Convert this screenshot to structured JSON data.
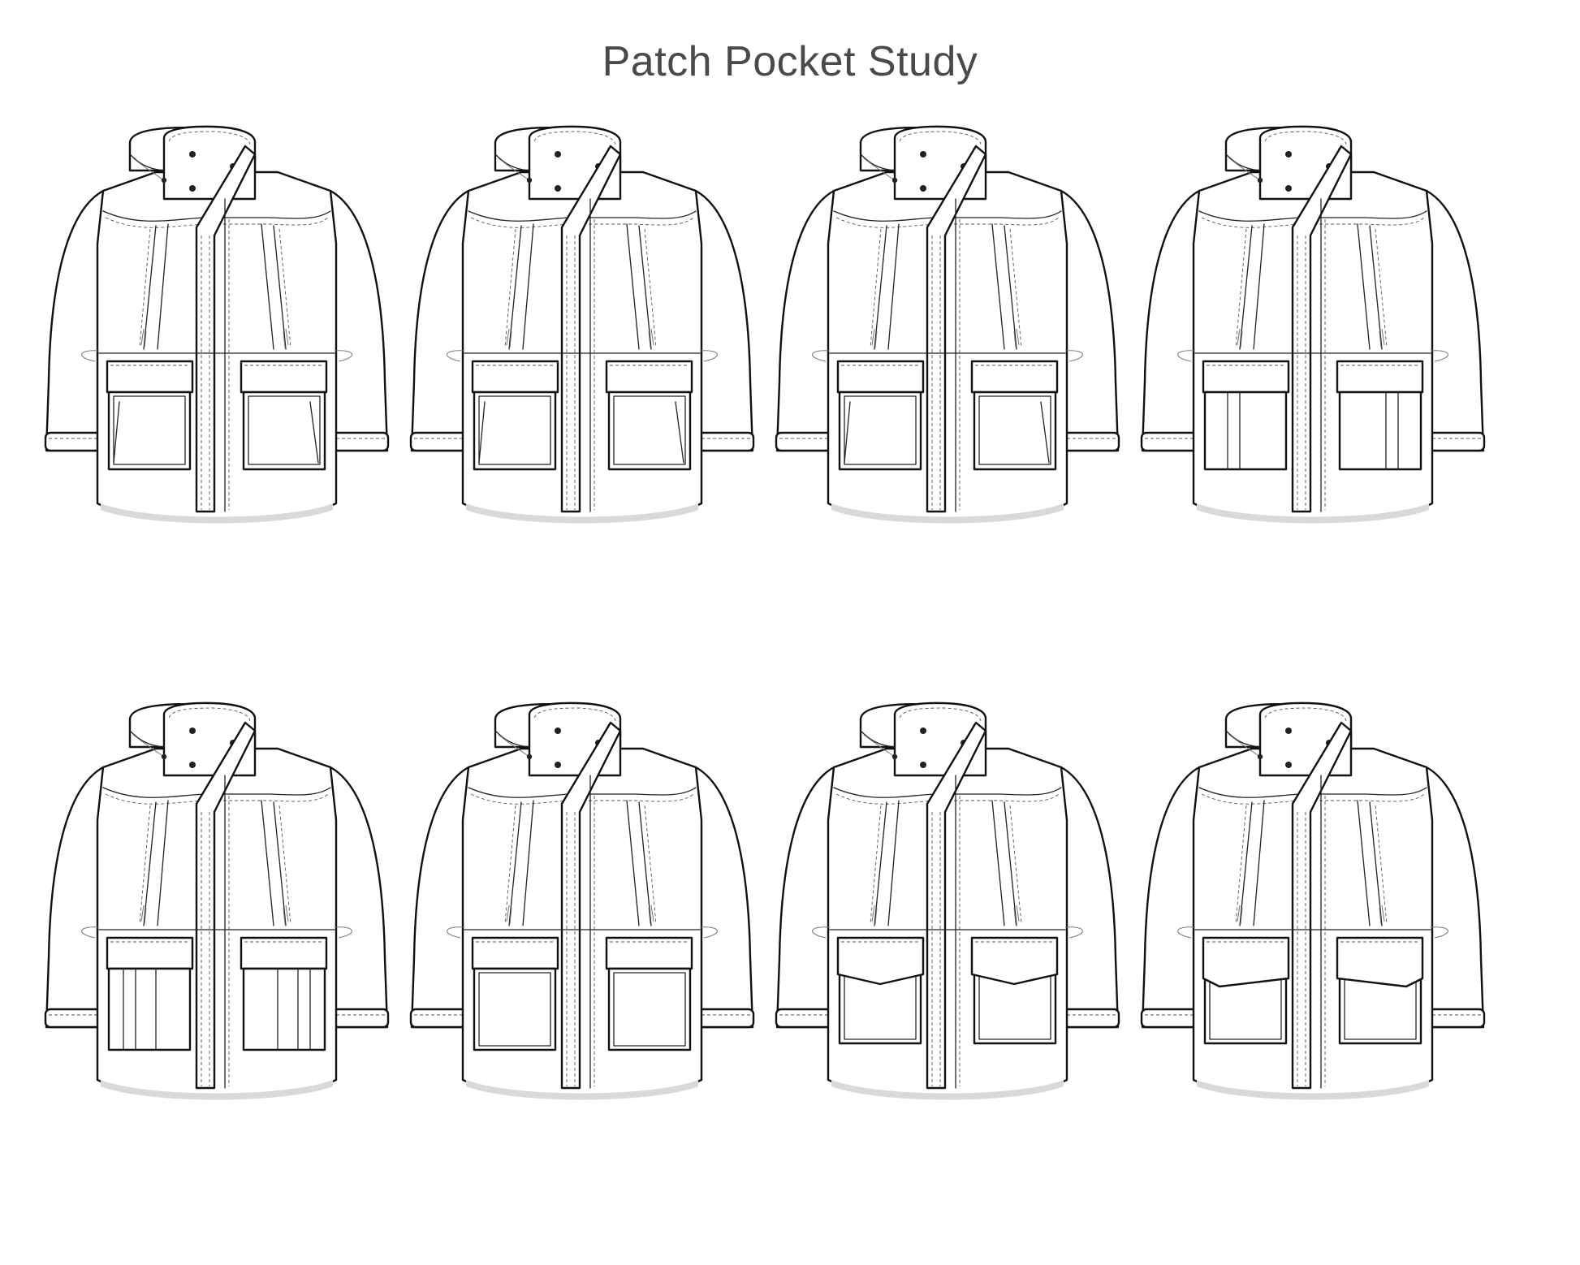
{
  "title": "Patch Pocket Study",
  "sketches": [
    {
      "id": "coat-1",
      "pocket_style": "flap-angled-stitch"
    },
    {
      "id": "coat-2",
      "pocket_style": "flap-angled-stitch-long"
    },
    {
      "id": "coat-3",
      "pocket_style": "flap-angled-stitch-short"
    },
    {
      "id": "coat-4",
      "pocket_style": "flap-vertical-pleat"
    },
    {
      "id": "coat-5",
      "pocket_style": "flap-double-pleat"
    },
    {
      "id": "coat-6",
      "pocket_style": "flap-plain"
    },
    {
      "id": "coat-7",
      "pocket_style": "pointed-flap"
    },
    {
      "id": "coat-8",
      "pocket_style": "pointed-flap-slanted"
    }
  ],
  "colors": {
    "line": "#111111",
    "title": "#4a4a4a",
    "hem_shade": "#d9d9d9",
    "background": "#ffffff"
  }
}
